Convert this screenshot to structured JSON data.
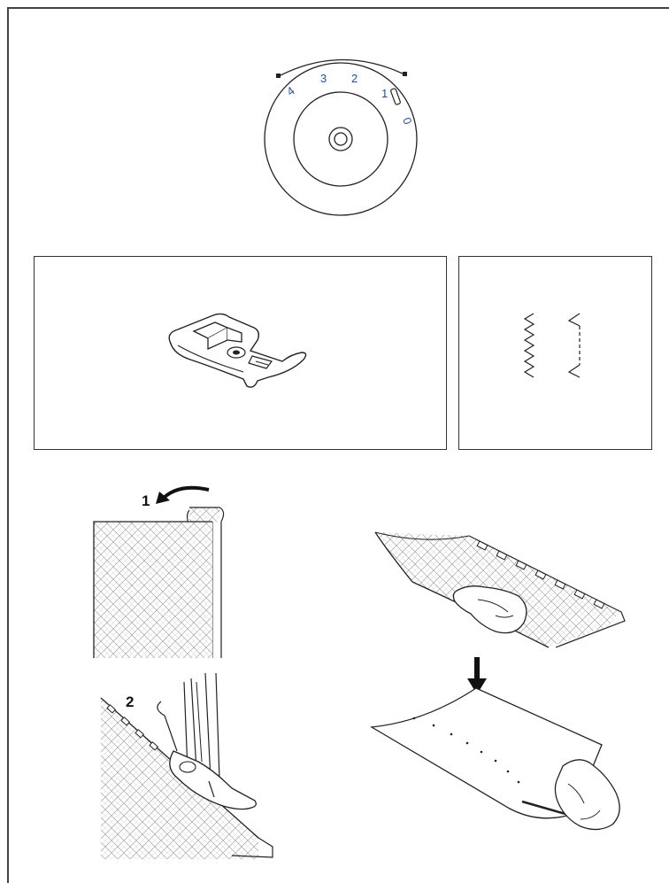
{
  "dial": {
    "numbers": [
      "4",
      "3",
      "2",
      "1",
      "0"
    ],
    "number_color": "#2a4f8f"
  },
  "steps": {
    "step1": "1",
    "step2": "2"
  },
  "colors": {
    "line": "#222222",
    "fabric_pattern": "#9a9a9a"
  }
}
